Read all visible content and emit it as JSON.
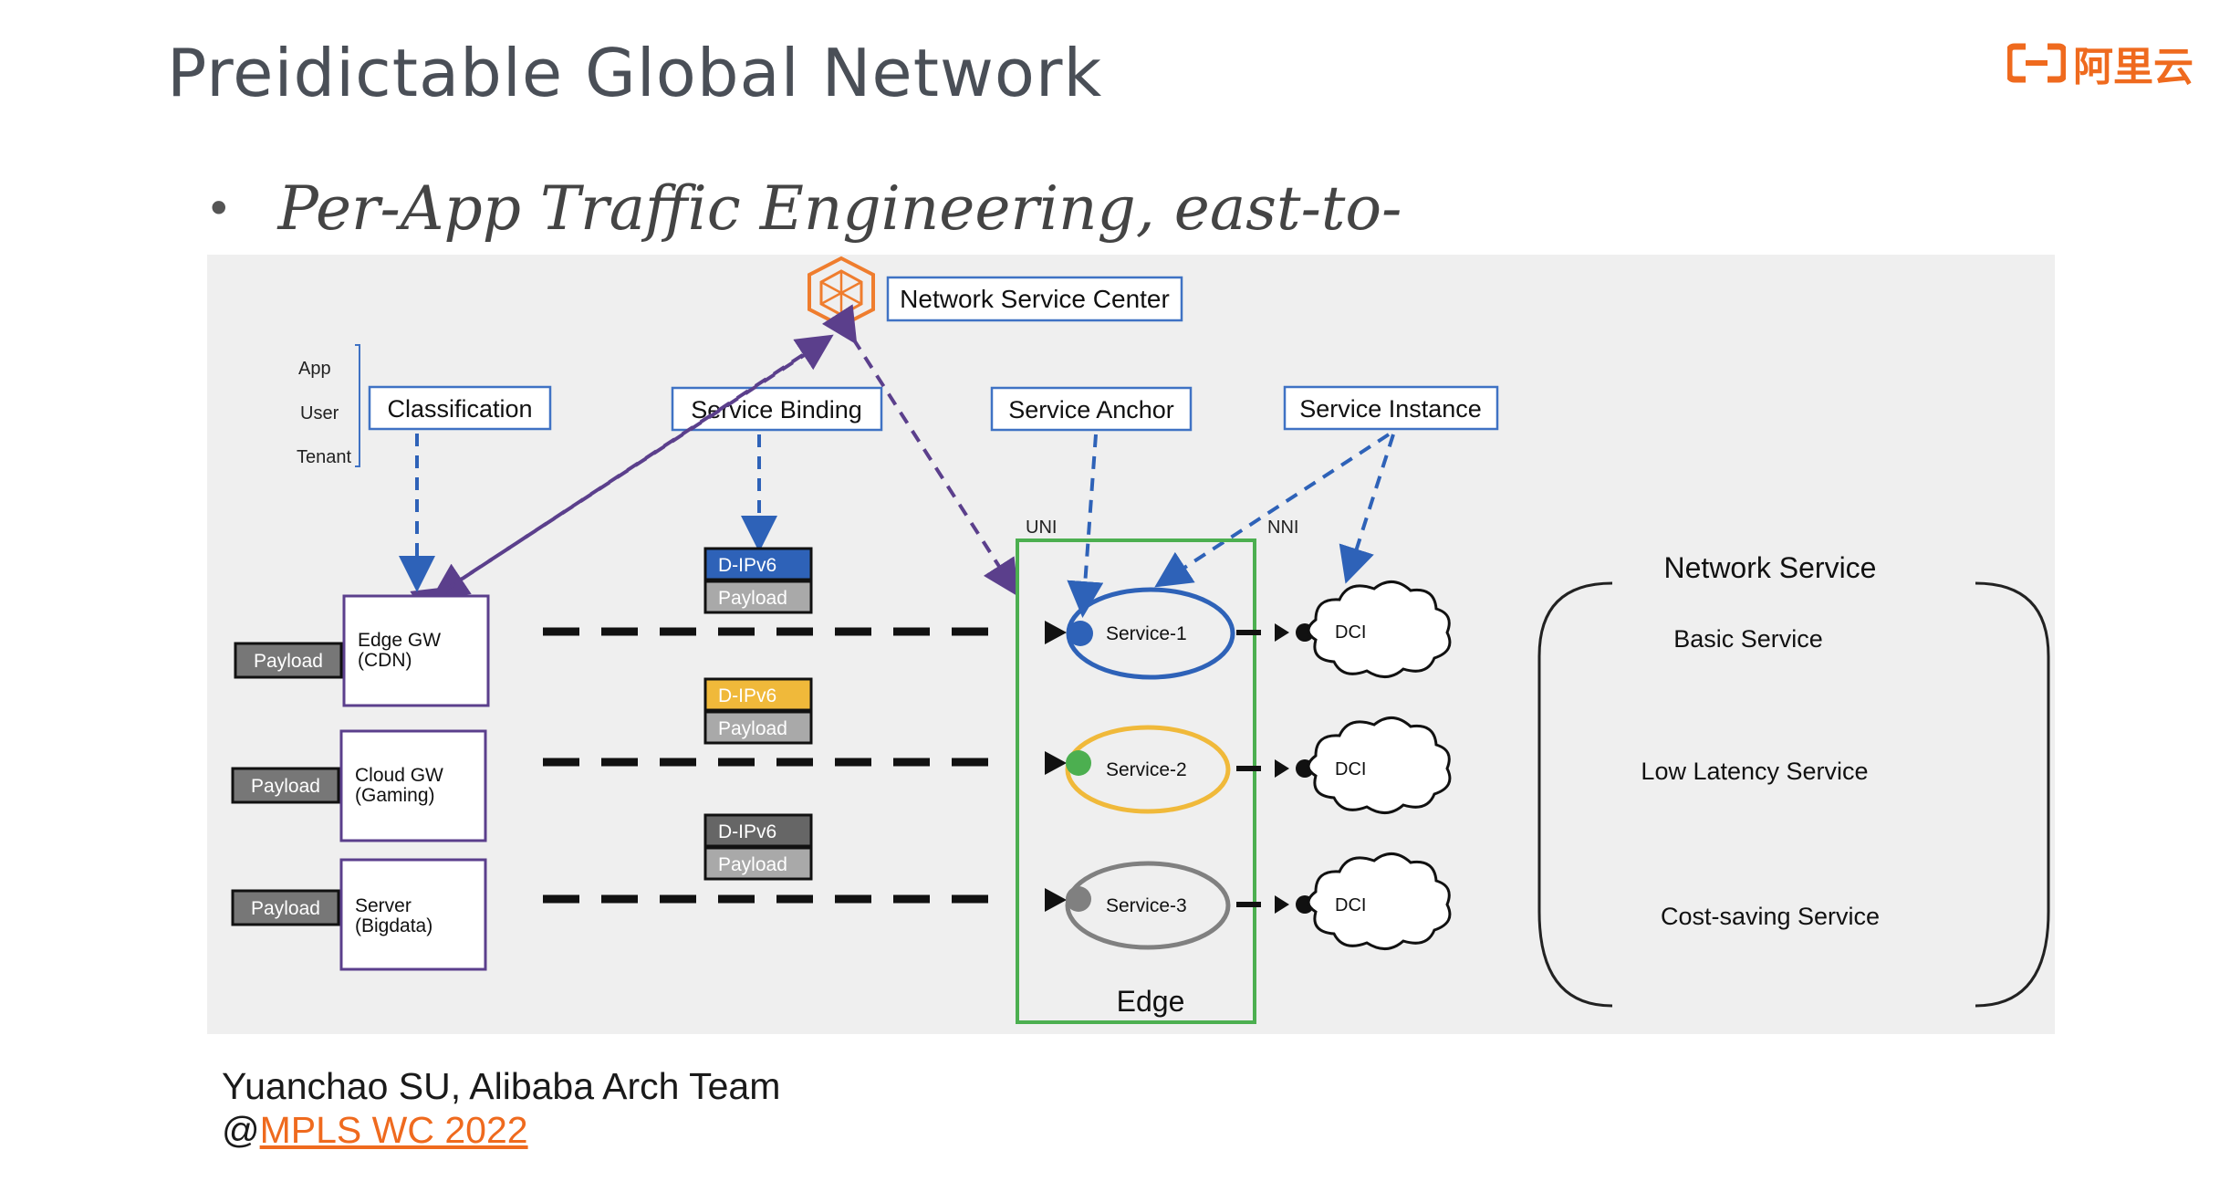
{
  "slide": {
    "title": "Preidictable Global Network",
    "bullet": "Per-App Traffic Engineering, east-to-",
    "logo_text": "阿里云",
    "logo_icon": "alibaba-cloud-logo-icon",
    "credit_line1": "Yuanchao SU, Alibaba Arch Team",
    "credit_at": "@",
    "credit_link": "MPLS WC 2022",
    "accent_color": "#ef6a1e"
  },
  "diagram": {
    "center_icon": "hexagon-network-icon",
    "labels": {
      "network_service_center": "Network Service Center",
      "classification": "Classification",
      "service_binding": "Service Binding",
      "service_anchor": "Service Anchor",
      "service_instance": "Service Instance",
      "app": "App",
      "user": "User",
      "tenant": "Tenant",
      "uni": "UNI",
      "nni": "NNI",
      "edge": "Edge",
      "network_service": "Network Service"
    },
    "sources": [
      {
        "payload": "Payload",
        "line1": "Edge GW",
        "line2": "(CDN)"
      },
      {
        "payload": "Payload",
        "line1": "Cloud GW",
        "line2": "(Gaming)"
      },
      {
        "payload": "Payload",
        "line1": "Server",
        "line2": "(Bigdata)"
      }
    ],
    "packets": [
      {
        "header": "D-IPv6",
        "payload": "Payload",
        "color": "#2e62b8"
      },
      {
        "header": "D-IPv6",
        "payload": "Payload",
        "color": "#f0b93a"
      },
      {
        "header": "D-IPv6",
        "payload": "Payload",
        "color": "#666666"
      }
    ],
    "services": [
      {
        "label": "Service-1",
        "color": "#2e62b8",
        "dci": "DCI"
      },
      {
        "label": "Service-2",
        "color": "#f0b93a",
        "dot_color": "#4caf50",
        "dci": "DCI"
      },
      {
        "label": "Service-3",
        "color": "#808080",
        "dci": "DCI"
      }
    ],
    "network_services": [
      "Basic Service",
      "Low Latency Service",
      "Cost-saving Service"
    ]
  }
}
